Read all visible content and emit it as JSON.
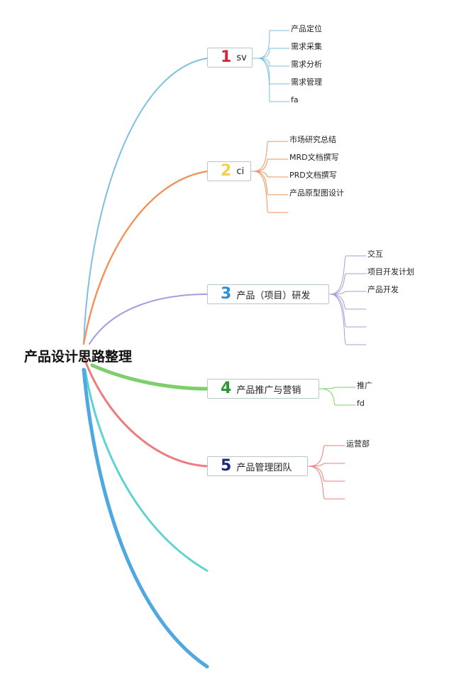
{
  "root": {
    "title": "产品设计思路整理"
  },
  "branches": [
    {
      "number": "1",
      "label": "sv",
      "color": "#7fbfe0",
      "number_color": "#d62839",
      "leaves": [
        "产品定位",
        "需求采集",
        "需求分析",
        "需求管理",
        "fa"
      ]
    },
    {
      "number": "2",
      "label": "ci",
      "color": "#f0925a",
      "number_color": "#f2d24b",
      "leaves": [
        "市场研究总结",
        "MRD文档撰写",
        "PRD文档撰写",
        "产品原型图设计",
        ""
      ]
    },
    {
      "number": "3",
      "label": "产品（项目）研发",
      "color": "#a99be0",
      "number_color": "#2e8fd9",
      "leaves": [
        "交互",
        "项目开发计划",
        "产品开发",
        "",
        "",
        ""
      ]
    },
    {
      "number": "4",
      "label": "产品推广与营销",
      "color": "#7ccf6a",
      "number_color": "#2a9a36",
      "leaves": [
        "推广",
        "fd"
      ]
    },
    {
      "number": "5",
      "label": "产品管理团队",
      "color": "#ee7c7c",
      "number_color": "#1e2a78",
      "leaves": [
        "运营部",
        "",
        "",
        ""
      ]
    }
  ],
  "extra_branches": [
    {
      "color": "#5fd3d3"
    },
    {
      "color": "#4fa8e0"
    }
  ]
}
